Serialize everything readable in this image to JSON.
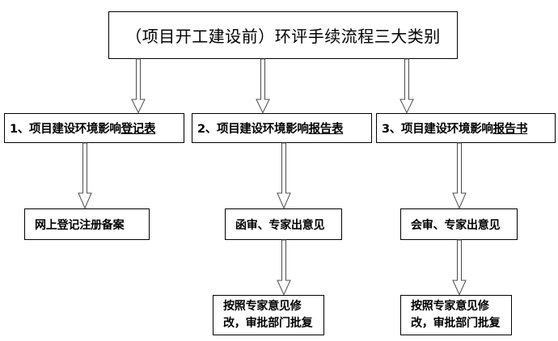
{
  "diagram": {
    "title_box": {
      "text": "（项目开工建设前）环评手续流程三大类别"
    },
    "categories": [
      {
        "id": "cat-1",
        "prefix": "1、项目建设环境影响",
        "emphasis": "登记表"
      },
      {
        "id": "cat-2",
        "prefix": "2、项目建设环境影响",
        "emphasis": "报告表"
      },
      {
        "id": "cat-3",
        "prefix": "3、项目建设环境影响",
        "emphasis": "报告书"
      }
    ],
    "steps": [
      {
        "id": "step-1",
        "text": "网上登记注册备案"
      },
      {
        "id": "step-2",
        "text": "函审、专家出意见"
      },
      {
        "id": "step-3",
        "text": "会审、专家出意见"
      }
    ],
    "finals": [
      {
        "id": "final-2",
        "text": "按照专家意见修\n改，审批部门批复"
      },
      {
        "id": "final-3",
        "text": "按照专家意见修\n改，审批部门批复"
      }
    ],
    "colors": {
      "box_border": "#000000",
      "background": "#ffffff",
      "text": "#000000",
      "arrow_stroke": "#4d4d4d",
      "arrow_fill": "#ffffff"
    }
  }
}
